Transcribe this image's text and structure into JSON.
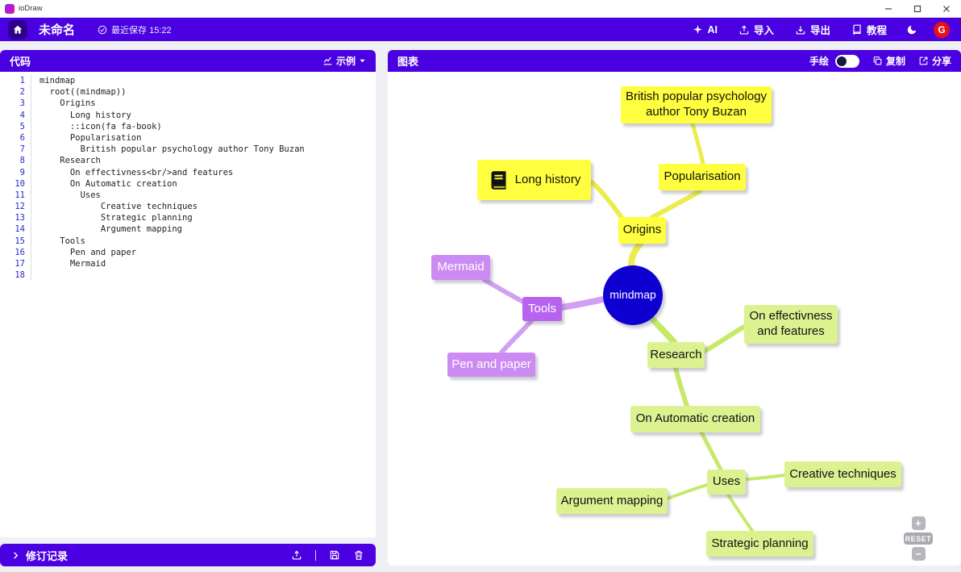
{
  "titlebar": {
    "app_title": "ioDraw"
  },
  "appbar": {
    "doc_title": "未命名",
    "save_status": "最近保存 15:22",
    "ai_label": "AI",
    "import_label": "导入",
    "export_label": "导出",
    "tutorial_label": "教程",
    "avatar_letter": "G"
  },
  "code_panel": {
    "title": "代码",
    "examples_label": "示例",
    "lines": [
      {
        "n": "1",
        "t": "mindmap"
      },
      {
        "n": "2",
        "t": "  root((mindmap))"
      },
      {
        "n": "3",
        "t": "    Origins"
      },
      {
        "n": "4",
        "t": "      Long history"
      },
      {
        "n": "5",
        "t": "      ::icon(fa fa-book)"
      },
      {
        "n": "6",
        "t": "      Popularisation"
      },
      {
        "n": "7",
        "t": "        British popular psychology author Tony Buzan"
      },
      {
        "n": "8",
        "t": "    Research"
      },
      {
        "n": "9",
        "t": "      On effectivness<br/>and features"
      },
      {
        "n": "10",
        "t": "      On Automatic creation"
      },
      {
        "n": "11",
        "t": "        Uses"
      },
      {
        "n": "12",
        "t": "            Creative techniques"
      },
      {
        "n": "13",
        "t": "            Strategic planning"
      },
      {
        "n": "14",
        "t": "            Argument mapping"
      },
      {
        "n": "15",
        "t": "    Tools"
      },
      {
        "n": "16",
        "t": "      Pen and paper"
      },
      {
        "n": "17",
        "t": "      Mermaid"
      },
      {
        "n": "18",
        "t": ""
      }
    ]
  },
  "revision_bar": {
    "title": "修订记录"
  },
  "chart_panel": {
    "title": "图表",
    "hand_drawn_label": "手绘",
    "copy_label": "复制",
    "share_label": "分享",
    "zoom_in": "+",
    "zoom_reset": "RESET",
    "zoom_out": "−"
  },
  "mindmap": {
    "root_label": "mindmap",
    "nodes": {
      "origins": "Origins",
      "long_history": "Long history",
      "popularisation": "Popularisation",
      "tony_buzan": "British popular psychology author Tony Buzan",
      "research": "Research",
      "effectivness": "On effectivness and features",
      "auto_creation": "On Automatic creation",
      "uses": "Uses",
      "creative": "Creative techniques",
      "strategic": "Strategic planning",
      "argument": "Argument mapping",
      "tools": "Tools",
      "pen_paper": "Pen and paper",
      "mermaid": "Mermaid"
    },
    "colors": {
      "root_fill": "#0e00d0",
      "yellow_fill": "#ffff3f",
      "yellow_edge": "#ecec4d",
      "green_fill": "#dcf291",
      "green_edge": "#c6e96a",
      "purple_fill_dark": "#b763f0",
      "purple_fill_light": "#cc8bf2",
      "purple_edge": "#d2a0f2",
      "app_accent": "#4b00e2"
    }
  }
}
